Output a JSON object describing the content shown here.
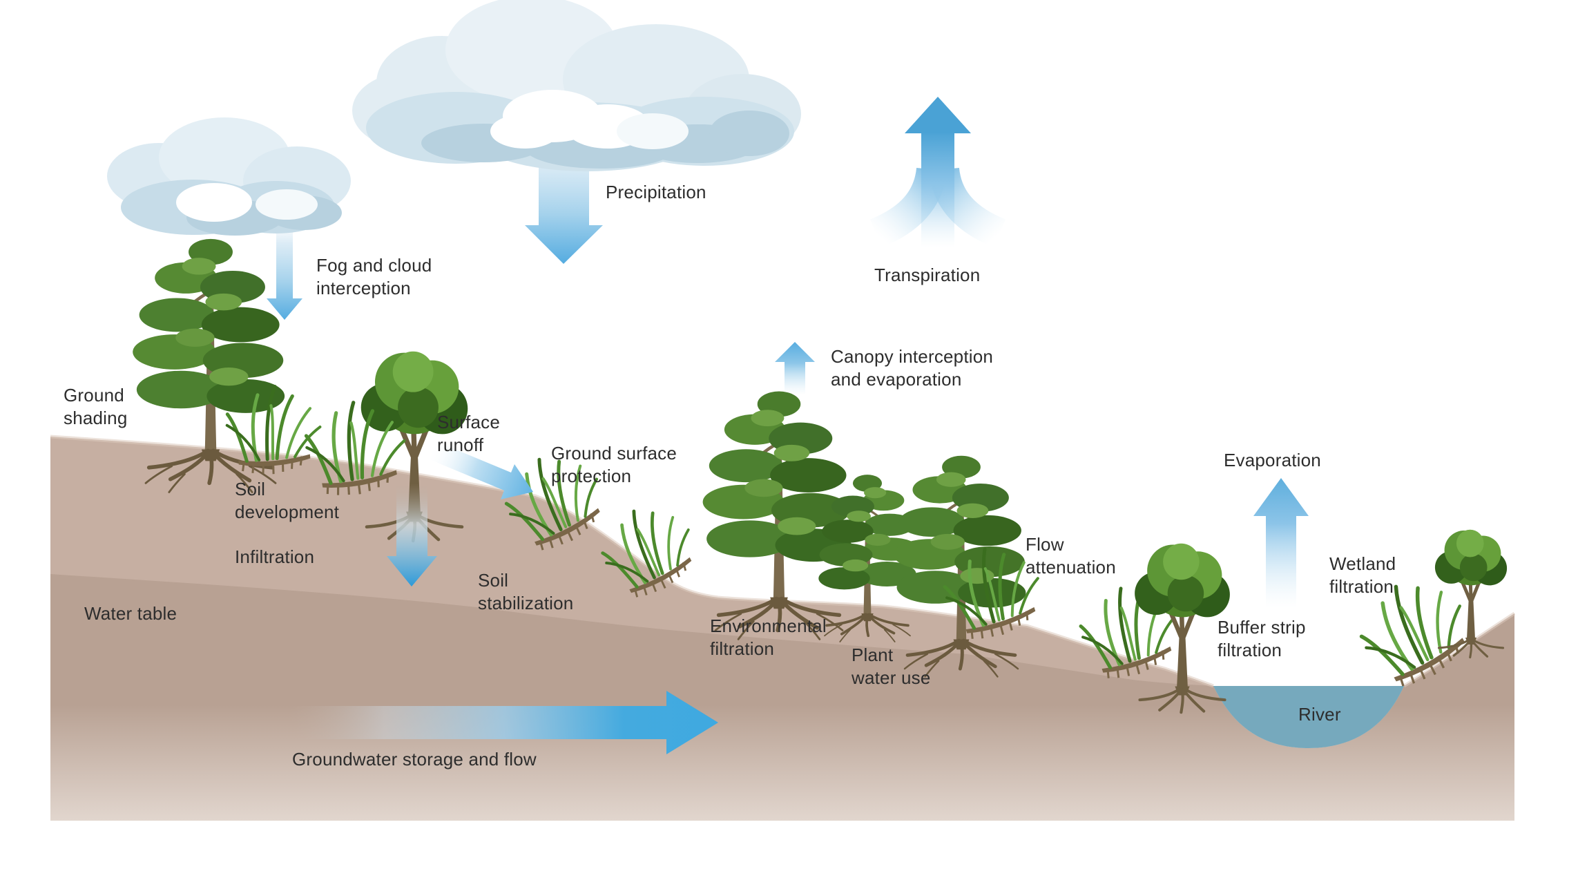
{
  "labels": {
    "fog_cloud_interception": "Fog and cloud\ninterception",
    "precipitation": "Precipitation",
    "transpiration": "Transpiration",
    "canopy_interception": "Canopy interception\nand evaporation",
    "ground_shading": "Ground\nshading",
    "surface_runoff": "Surface\nrunoff",
    "ground_surface_protection": "Ground surface\nprotection",
    "soil_development": "Soil\ndevelopment",
    "infiltration": "Infiltration",
    "water_table": "Water table",
    "soil_stabilization": "Soil\nstabilization",
    "environmental_filtration": "Environmental\nfiltration",
    "plant_water_use": "Plant\nwater use",
    "flow_attenuation": "Flow\nattenuation",
    "evaporation": "Evaporation",
    "wetland_filtration": "Wetland\nfiltration",
    "buffer_strip_filtration": "Buffer strip\nfiltration",
    "river": "River",
    "groundwater_storage": "Groundwater storage and flow"
  },
  "icons": {
    "left_cloud": "cloud-icon",
    "rain_cloud": "cloud-icon",
    "fog_arrow": "arrow-down-icon",
    "precipitation_arrow": "arrow-down-icon",
    "transpiration_arrow": "arrow-up-branching-icon",
    "canopy_arrow": "arrow-up-icon",
    "evaporation_arrow": "arrow-up-icon",
    "surface_runoff_arrow": "arrow-down-right-icon",
    "infiltration_arrow": "arrow-down-icon",
    "groundwater_arrow": "arrow-right-icon"
  },
  "colors": {
    "sky": "#ffffff",
    "soil_upper": "#c6afa2",
    "soil_lower": "#b8a193",
    "river": "#76a9bd",
    "arrow_blue": "#3fa9e0",
    "arrow_light": "#a5d2ec",
    "cloud_light": "#e2edf3",
    "cloud_mid": "#cfe2ec",
    "cloud_dark": "#b7d1df",
    "tree_green": "#4e8228",
    "tree_green_dark": "#33611c",
    "trunk_brown": "#6f5f42",
    "text": "#2d2d2d"
  }
}
